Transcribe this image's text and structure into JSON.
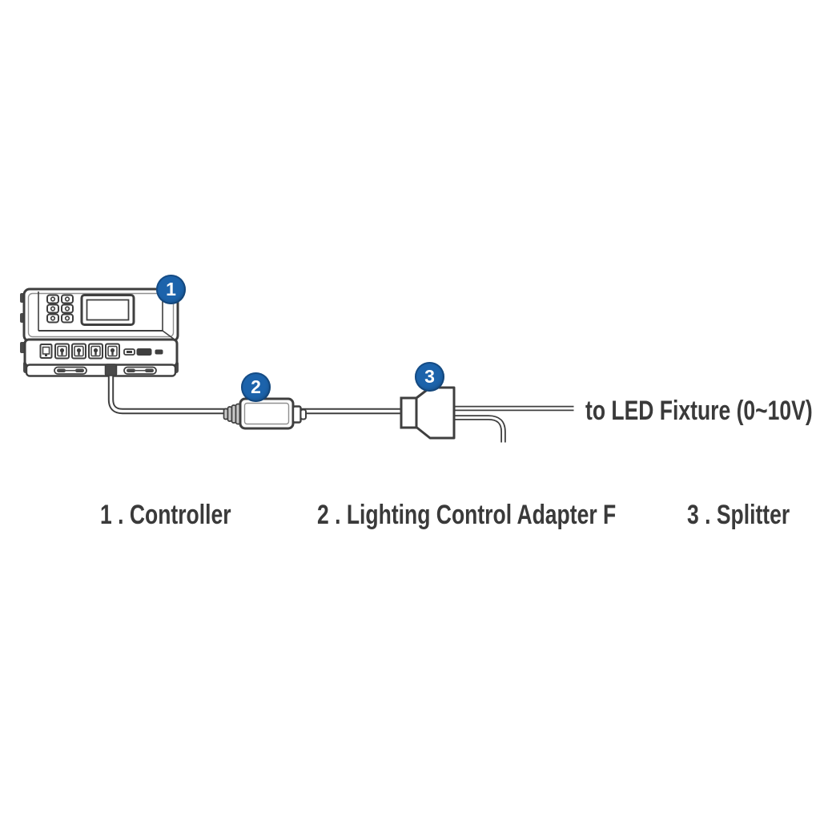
{
  "badges": [
    {
      "number": "1"
    },
    {
      "number": "2"
    },
    {
      "number": "3"
    }
  ],
  "cable_annotation": "to LED Fixture (0~10V)",
  "legend": [
    "1 . Controller",
    "2 . Lighting Control Adapter F",
    "3 . Splitter"
  ],
  "colors": {
    "badge_blue": "#1c63ab",
    "line_art": "#3f3f3f",
    "dark_fill": "#4a4a4a",
    "text": "#3a3a3a",
    "background": "#ffffff"
  }
}
